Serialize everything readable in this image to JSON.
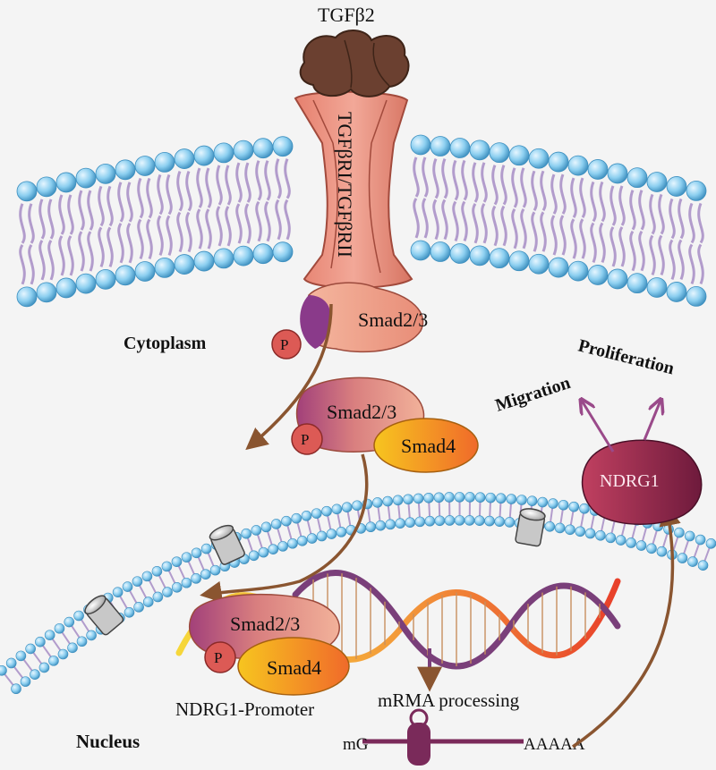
{
  "ligand": {
    "label": "TGFβ2"
  },
  "receptor": {
    "label": "TGFβRI/TGFβRII"
  },
  "compartments": {
    "cytoplasm": "Cytoplasm",
    "nucleus": "Nucleus"
  },
  "phosphate": {
    "label": "P"
  },
  "smad23": {
    "label": "Smad2/3"
  },
  "smad4": {
    "label": "Smad4"
  },
  "promoter": {
    "label": "NDRG1-Promoter"
  },
  "processing": {
    "label": "mRMA processing"
  },
  "mrna": {
    "cap": "mG",
    "tail": "AAAAA"
  },
  "product": {
    "label": "NDRG1"
  },
  "outcomes": {
    "migration": "Migration",
    "proliferation": "Proliferation"
  },
  "colors": {
    "lipid_head": "#7ec8ec",
    "lipid_tail": "#b29ccc",
    "receptor": "#e58a78",
    "ligand": "#6b4030",
    "smad23": "#f0a888",
    "smad4": "#f6b820",
    "phosphate": "#dc5a55",
    "arrow": "#8a5530",
    "ndrg1": "#9a2848",
    "dna_orange": "#f39a3a",
    "dna_purple": "#7a3f7a"
  }
}
